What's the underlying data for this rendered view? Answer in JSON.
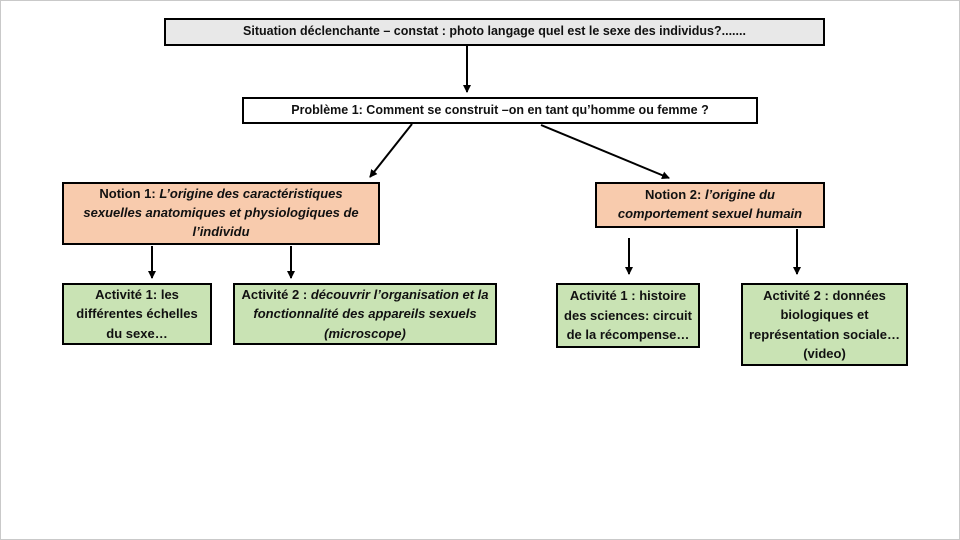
{
  "colors": {
    "situation_bg": "#e8e8e8",
    "probleme_bg": "#ffffff",
    "notion_bg": "#f8cbad",
    "activity_bg": "#c9e3b4",
    "border": "#000000",
    "arrow": "#000000"
  },
  "diagram": {
    "situation": {
      "text": "Situation déclenchante  – constat :  photo langage quel est le sexe des individus?......."
    },
    "probleme": {
      "text": "Problème 1: Comment se construit –on en tant qu’homme ou femme ?"
    },
    "notion1": {
      "prefix": "Notion 1: ",
      "body": "L’origine des caractéristiques sexuelles anatomiques et physiologiques de l’individu"
    },
    "notion2": {
      "prefix": "Notion 2: ",
      "body": "l’origine du comportement sexuel humain"
    },
    "activity1": {
      "prefix": "Activité 1: ",
      "body": "les différentes échelles du sexe…"
    },
    "activity2": {
      "prefix": "Activité 2 : ",
      "body": "découvrir l’organisation et la fonctionnalité des appareils sexuels (microscope)"
    },
    "activity3": {
      "prefix": "Activité 1 : ",
      "body": "histoire des sciences: circuit de la récompense…"
    },
    "activity4": {
      "prefix": "Activité 2 : ",
      "body": "données biologiques et représentation sociale…(video)"
    }
  }
}
